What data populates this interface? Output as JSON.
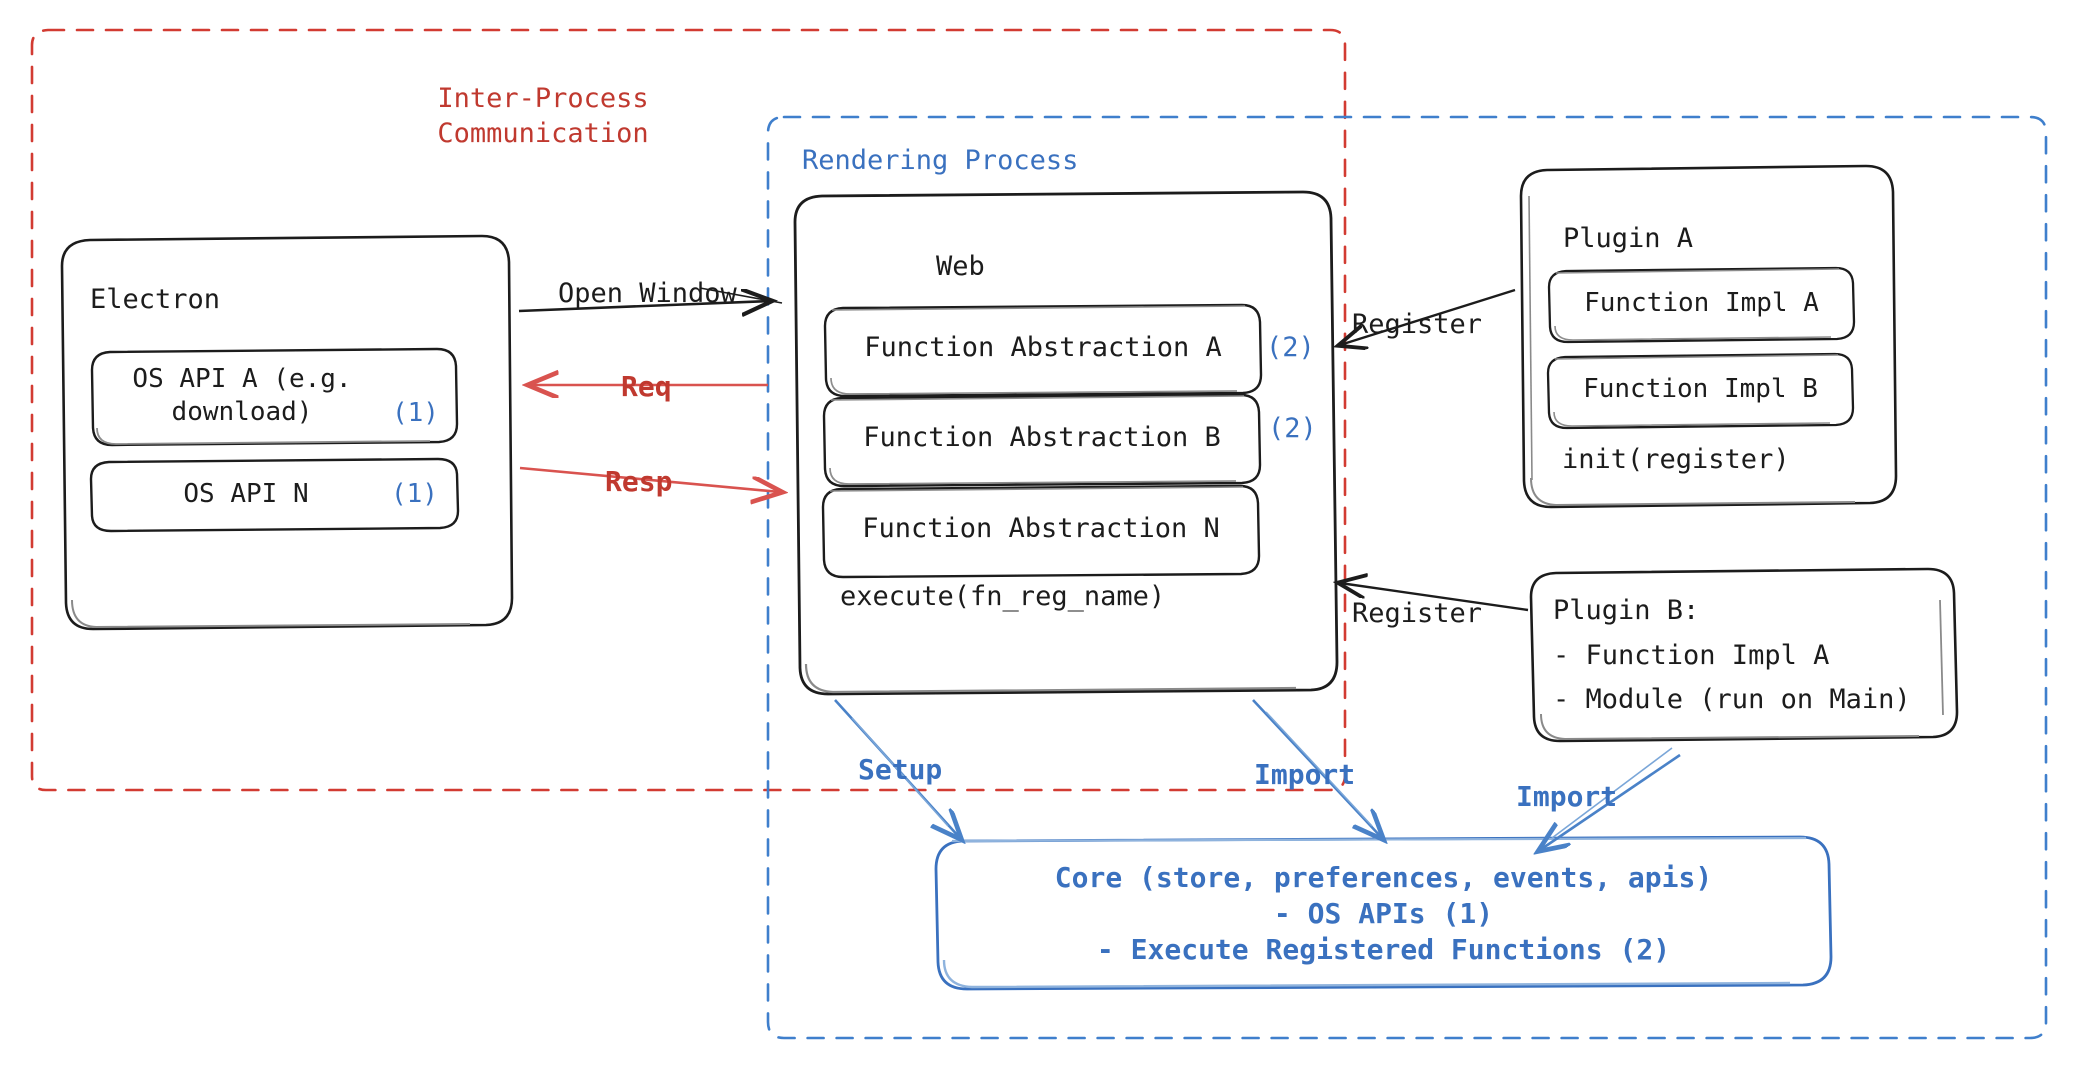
{
  "diagram": {
    "title": "Electron plugin architecture",
    "colors": {
      "ipc_red": "#c0392f",
      "process_blue": "#3a71bf",
      "box_stroke": "#1c1c1c",
      "background": "#ffffff"
    },
    "regions": [
      {
        "id": "ipc",
        "label": "Inter-Process\nCommunication",
        "style": "dashed",
        "color": "#c0392f"
      },
      {
        "id": "rendering",
        "label": "Rendering Process",
        "style": "dashed",
        "color": "#3a71bf"
      }
    ],
    "electron": {
      "title": "Electron",
      "apis": [
        {
          "label": "OS API A (e.g.\ndownload)",
          "marker": "(1)"
        },
        {
          "label": "OS API N",
          "marker": "(1)"
        }
      ]
    },
    "web": {
      "title": "Web",
      "abstractions": [
        {
          "label": "Function Abstraction A",
          "marker": "(2)"
        },
        {
          "label": "Function Abstraction B",
          "marker": "(2)"
        },
        {
          "label": "Function Abstraction N",
          "marker": ""
        }
      ],
      "footer": "execute(fn_reg_name)"
    },
    "plugin_a": {
      "title": "Plugin A",
      "functions": [
        "Function Impl A",
        "Function Impl B"
      ],
      "footer": "init(register)"
    },
    "plugin_b": {
      "title": "Plugin B:",
      "lines": [
        "- Function Impl A",
        "- Module (run on Main)"
      ]
    },
    "core": {
      "lines": [
        "Core (store, preferences, events, apis)",
        "- OS APIs (1)",
        "- Execute Registered Functions (2)"
      ]
    },
    "edges": [
      {
        "id": "open-window",
        "label": "Open Window",
        "color": "#1c1c1c"
      },
      {
        "id": "req",
        "label": "Req",
        "color": "#c0392f"
      },
      {
        "id": "resp",
        "label": "Resp",
        "color": "#c0392f"
      },
      {
        "id": "register-a",
        "label": "Register",
        "color": "#1c1c1c"
      },
      {
        "id": "register-b",
        "label": "Register",
        "color": "#1c1c1c"
      },
      {
        "id": "setup",
        "label": "Setup",
        "color": "#3a71bf"
      },
      {
        "id": "import-web",
        "label": "Import",
        "color": "#3a71bf"
      },
      {
        "id": "import-plugin-b",
        "label": "Import",
        "color": "#3a71bf"
      }
    ]
  }
}
